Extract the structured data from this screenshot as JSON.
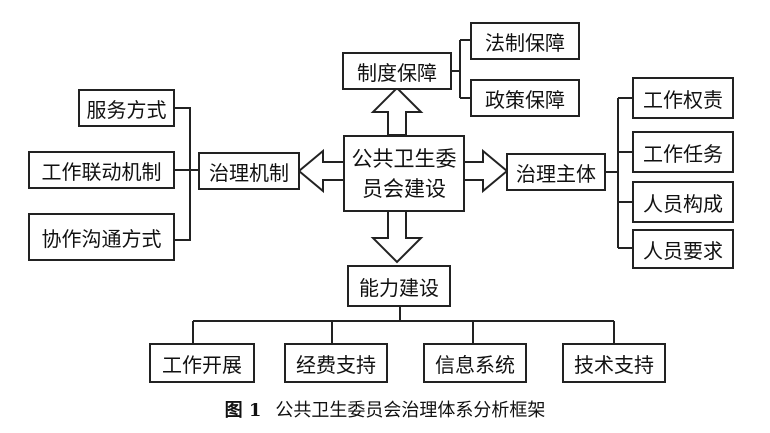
{
  "diagram": {
    "center": {
      "line1": "公共卫生委",
      "line2": "员会建设"
    },
    "top": {
      "label": "制度保障",
      "children": [
        "法制保障",
        "政策保障"
      ]
    },
    "left": {
      "label": "治理机制",
      "children": [
        "服务方式",
        "工作联动机制",
        "协作沟通方式"
      ]
    },
    "right": {
      "label": "治理主体",
      "children": [
        "工作权责",
        "工作任务",
        "人员构成",
        "人员要求"
      ]
    },
    "bottom": {
      "label": "能力建设",
      "children": [
        "工作开展",
        "经费支持",
        "信息系统",
        "技术支持"
      ]
    }
  },
  "caption": {
    "figure_number": "图 1",
    "title": "公共卫生委员会治理体系分析框架"
  }
}
